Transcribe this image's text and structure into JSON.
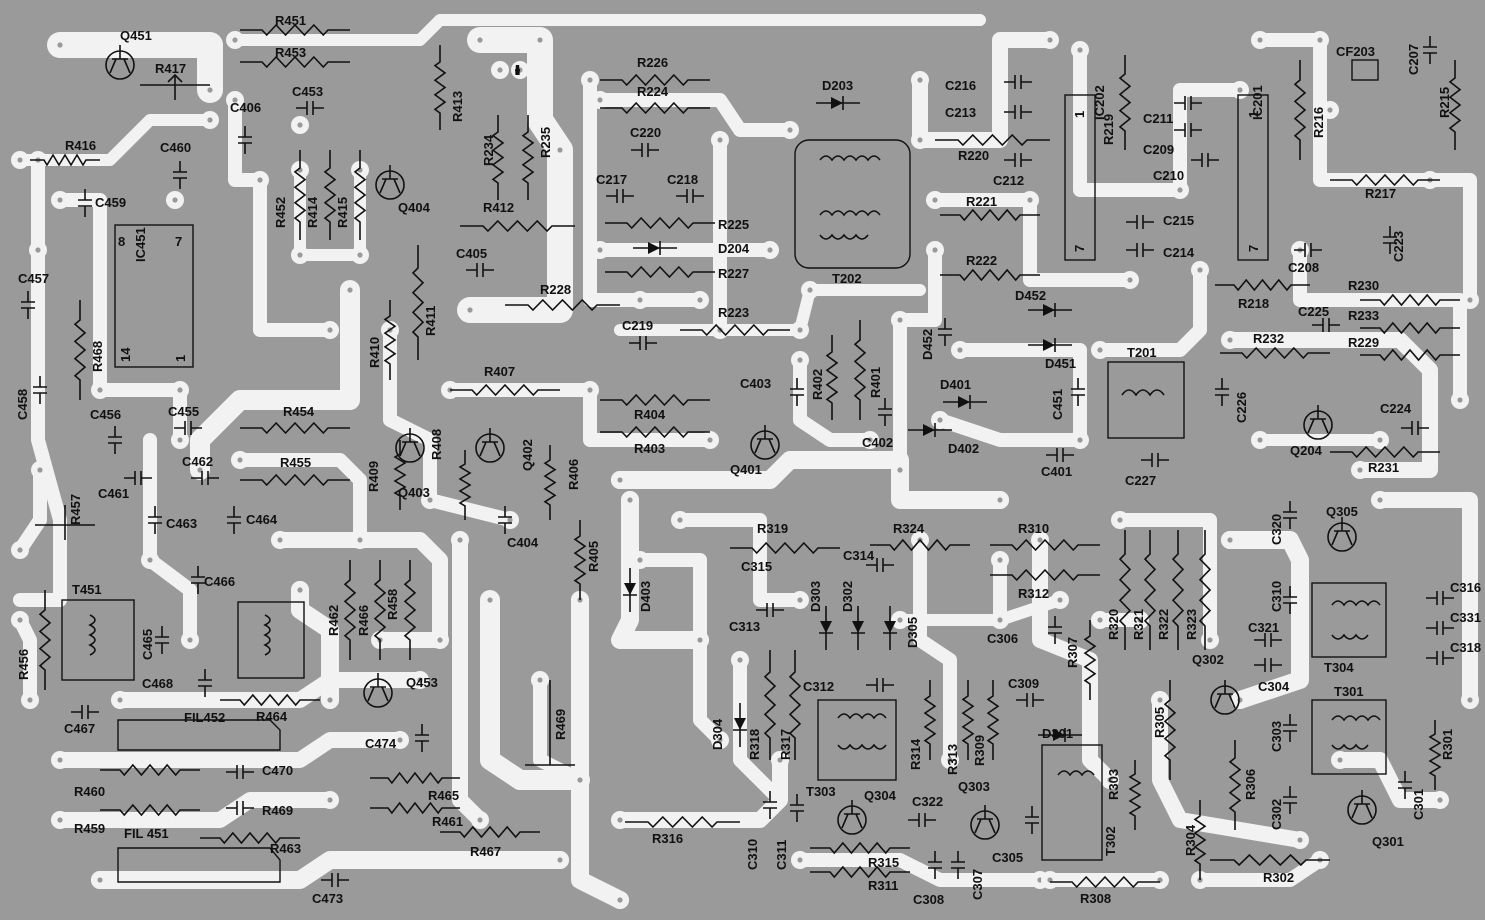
{
  "colors": {
    "board": "#9a9a9a",
    "copper": "#f2f2f2",
    "ink": "#111111"
  },
  "ic_pins": {
    "ic451": {
      "p8": "8",
      "p7": "7",
      "p14": "14",
      "p1": "1"
    },
    "ic202": {
      "p1": "1",
      "p7": "7"
    },
    "ic201": {
      "p1": "1",
      "p7": "7"
    }
  },
  "labels": {
    "Q451": "Q451",
    "R451": "R451",
    "R453": "R453",
    "R417": "R417",
    "C406": "C406",
    "C453": "C453",
    "R413": "R413",
    "C460": "C460",
    "R416": "R416",
    "C459": "C459",
    "R452": "R452",
    "R414": "R414",
    "R415": "R415",
    "Q404": "Q404",
    "R226": "R226",
    "R224": "R224",
    "R234": "R234",
    "R235": "R235",
    "C220": "C220",
    "C217": "C217",
    "C218": "C218",
    "R412": "R412",
    "R225": "R225",
    "D204": "D204",
    "C405": "C405",
    "R227": "R227",
    "R228": "R228",
    "D203": "D203",
    "T202": "T202",
    "C216": "C216",
    "C213": "C213",
    "IC202": "IC202",
    "R219": "R219",
    "R220": "R220",
    "C212": "C212",
    "C211": "C211",
    "C209": "C209",
    "C210": "C210",
    "IC201": "IC201",
    "R216": "R216",
    "CF203": "CF203",
    "C207": "C207",
    "R215": "R215",
    "R221": "R221",
    "C215": "C215",
    "C214": "C214",
    "R222": "R222",
    "R217": "R217",
    "C223": "C223",
    "C208": "C208",
    "R218": "R218",
    "C457": "C457",
    "IC451": "IC451",
    "R468": "R468",
    "C458": "C458",
    "R410": "R410",
    "R411": "R411",
    "C219": "C219",
    "R223": "R223",
    "D452": "D452",
    "D452b": "D452",
    "D451": "D451",
    "R230": "R230",
    "C225": "C225",
    "R233": "R233",
    "R232": "R232",
    "R229": "R229",
    "T201": "T201",
    "R407": "R407",
    "C403": "C403",
    "R402": "R402",
    "R401": "R401",
    "D401": "D401",
    "C451": "C451",
    "C226": "C226",
    "C224": "C224",
    "C456": "C456",
    "C455": "C455",
    "R454": "R454",
    "R404": "R404",
    "R403": "R403",
    "C402": "C402",
    "D402": "D402",
    "Q402": "Q402",
    "R408": "R408",
    "R409": "R409",
    "Q403": "Q403",
    "R406": "R406",
    "Q401": "Q401",
    "C401": "C401",
    "C227": "C227",
    "Q204": "Q204",
    "R231": "R231",
    "R457": "R457",
    "C462": "C462",
    "C461": "C461",
    "R455": "R455",
    "C463": "C463",
    "C464": "C464",
    "C404": "C404",
    "R405": "R405",
    "R319": "R319",
    "R324": "R324",
    "R310": "R310",
    "C320": "C320",
    "Q305": "Q305",
    "C316": "C316",
    "C314": "C314",
    "C315": "C315",
    "D403": "D403",
    "C466": "C466",
    "R312": "R312",
    "C310": "C310",
    "C331": "C331",
    "T451": "T451",
    "C465": "C465",
    "R462": "R462",
    "R466": "R466",
    "R458": "R458",
    "D303": "D303",
    "D302": "D302",
    "C313": "C313",
    "D305": "D305",
    "C306": "C306",
    "R307": "R307",
    "R320": "R320",
    "R321": "R321",
    "R322": "R322",
    "R323": "R323",
    "C321": "C321",
    "C318": "C318",
    "T304": "T304",
    "R456": "R456",
    "C468": "C468",
    "Q453": "Q453",
    "C312": "C312",
    "C309": "C309",
    "Q302": "Q302",
    "C304": "C304",
    "T301": "T301",
    "R464": "R464",
    "C467": "C467",
    "FIL452": "FIL452",
    "R469": "R469",
    "C474": "C474",
    "D304": "D304",
    "R318": "R318",
    "R317": "R317",
    "R314": "R314",
    "R313": "R313",
    "R309": "R309",
    "D301": "D301",
    "R305": "R305",
    "C303": "C303",
    "R301": "R301",
    "C470": "C470",
    "R460": "R460",
    "R465": "R465",
    "R306": "R306",
    "R303": "R303",
    "Q303": "Q303",
    "T303": "T303",
    "Q304": "Q304",
    "C322": "C322",
    "R469b": "R469",
    "R459": "R459",
    "R461": "R461",
    "FIL451": "FIL 451",
    "R316": "R316",
    "C310b": "C310",
    "C311": "C311",
    "R315": "R315",
    "C302": "C302",
    "C301": "C301",
    "R304": "R304",
    "T302": "T302",
    "C305": "C305",
    "Q301": "Q301",
    "R463": "R463",
    "R467": "R467",
    "R311": "R311",
    "C307": "C307",
    "C308": "C308",
    "R302": "R302",
    "R308": "R308",
    "C473": "C473"
  }
}
